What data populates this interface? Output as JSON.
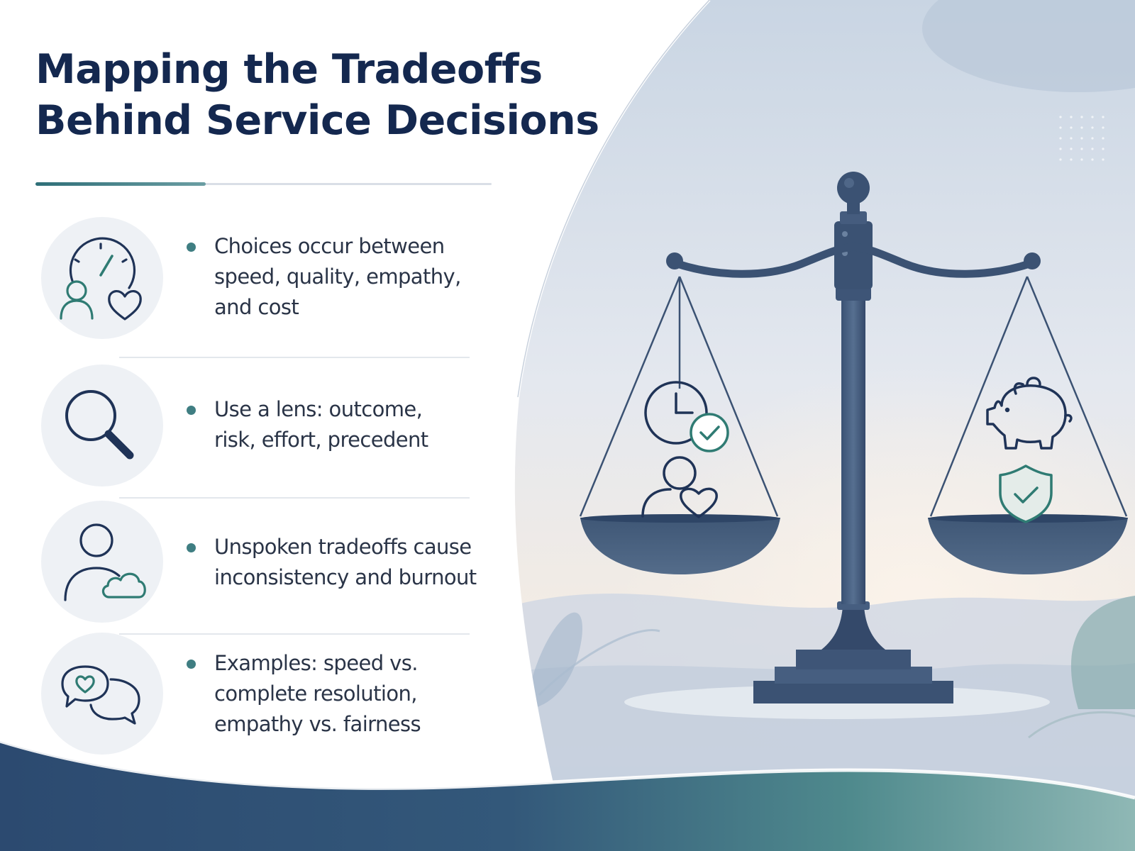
{
  "title": {
    "line1": "Mapping the Tradeoffs",
    "line2": "Behind Service Decisions"
  },
  "colors": {
    "title": "#14284f",
    "accent_teal": "#3f7e82",
    "icon_navy": "#1f3357",
    "scale_navy": "#3b5273",
    "body_text": "#2a3447"
  },
  "items": [
    {
      "icon": "speedometer-person-heart-icon",
      "lines": [
        "Choices occur between",
        "speed, quality, empathy,",
        "and cost"
      ]
    },
    {
      "icon": "magnifying-glass-icon",
      "lines": [
        "Use a lens: outcome,",
        "risk, effort, precedent"
      ]
    },
    {
      "icon": "person-cloud-icon",
      "lines": [
        "Unspoken tradeoffs cause",
        "inconsistency and burnout"
      ]
    },
    {
      "icon": "chat-bubbles-heart-icon",
      "lines": [
        "Examples: speed vs.",
        "complete resolution,",
        "empathy vs. fairness"
      ]
    }
  ],
  "illustration": {
    "subject": "balance-scale",
    "left_pan_icons": [
      "clock-check-icon",
      "person-heart-icon"
    ],
    "right_pan_icons": [
      "piggy-bank-icon",
      "shield-check-icon"
    ]
  }
}
